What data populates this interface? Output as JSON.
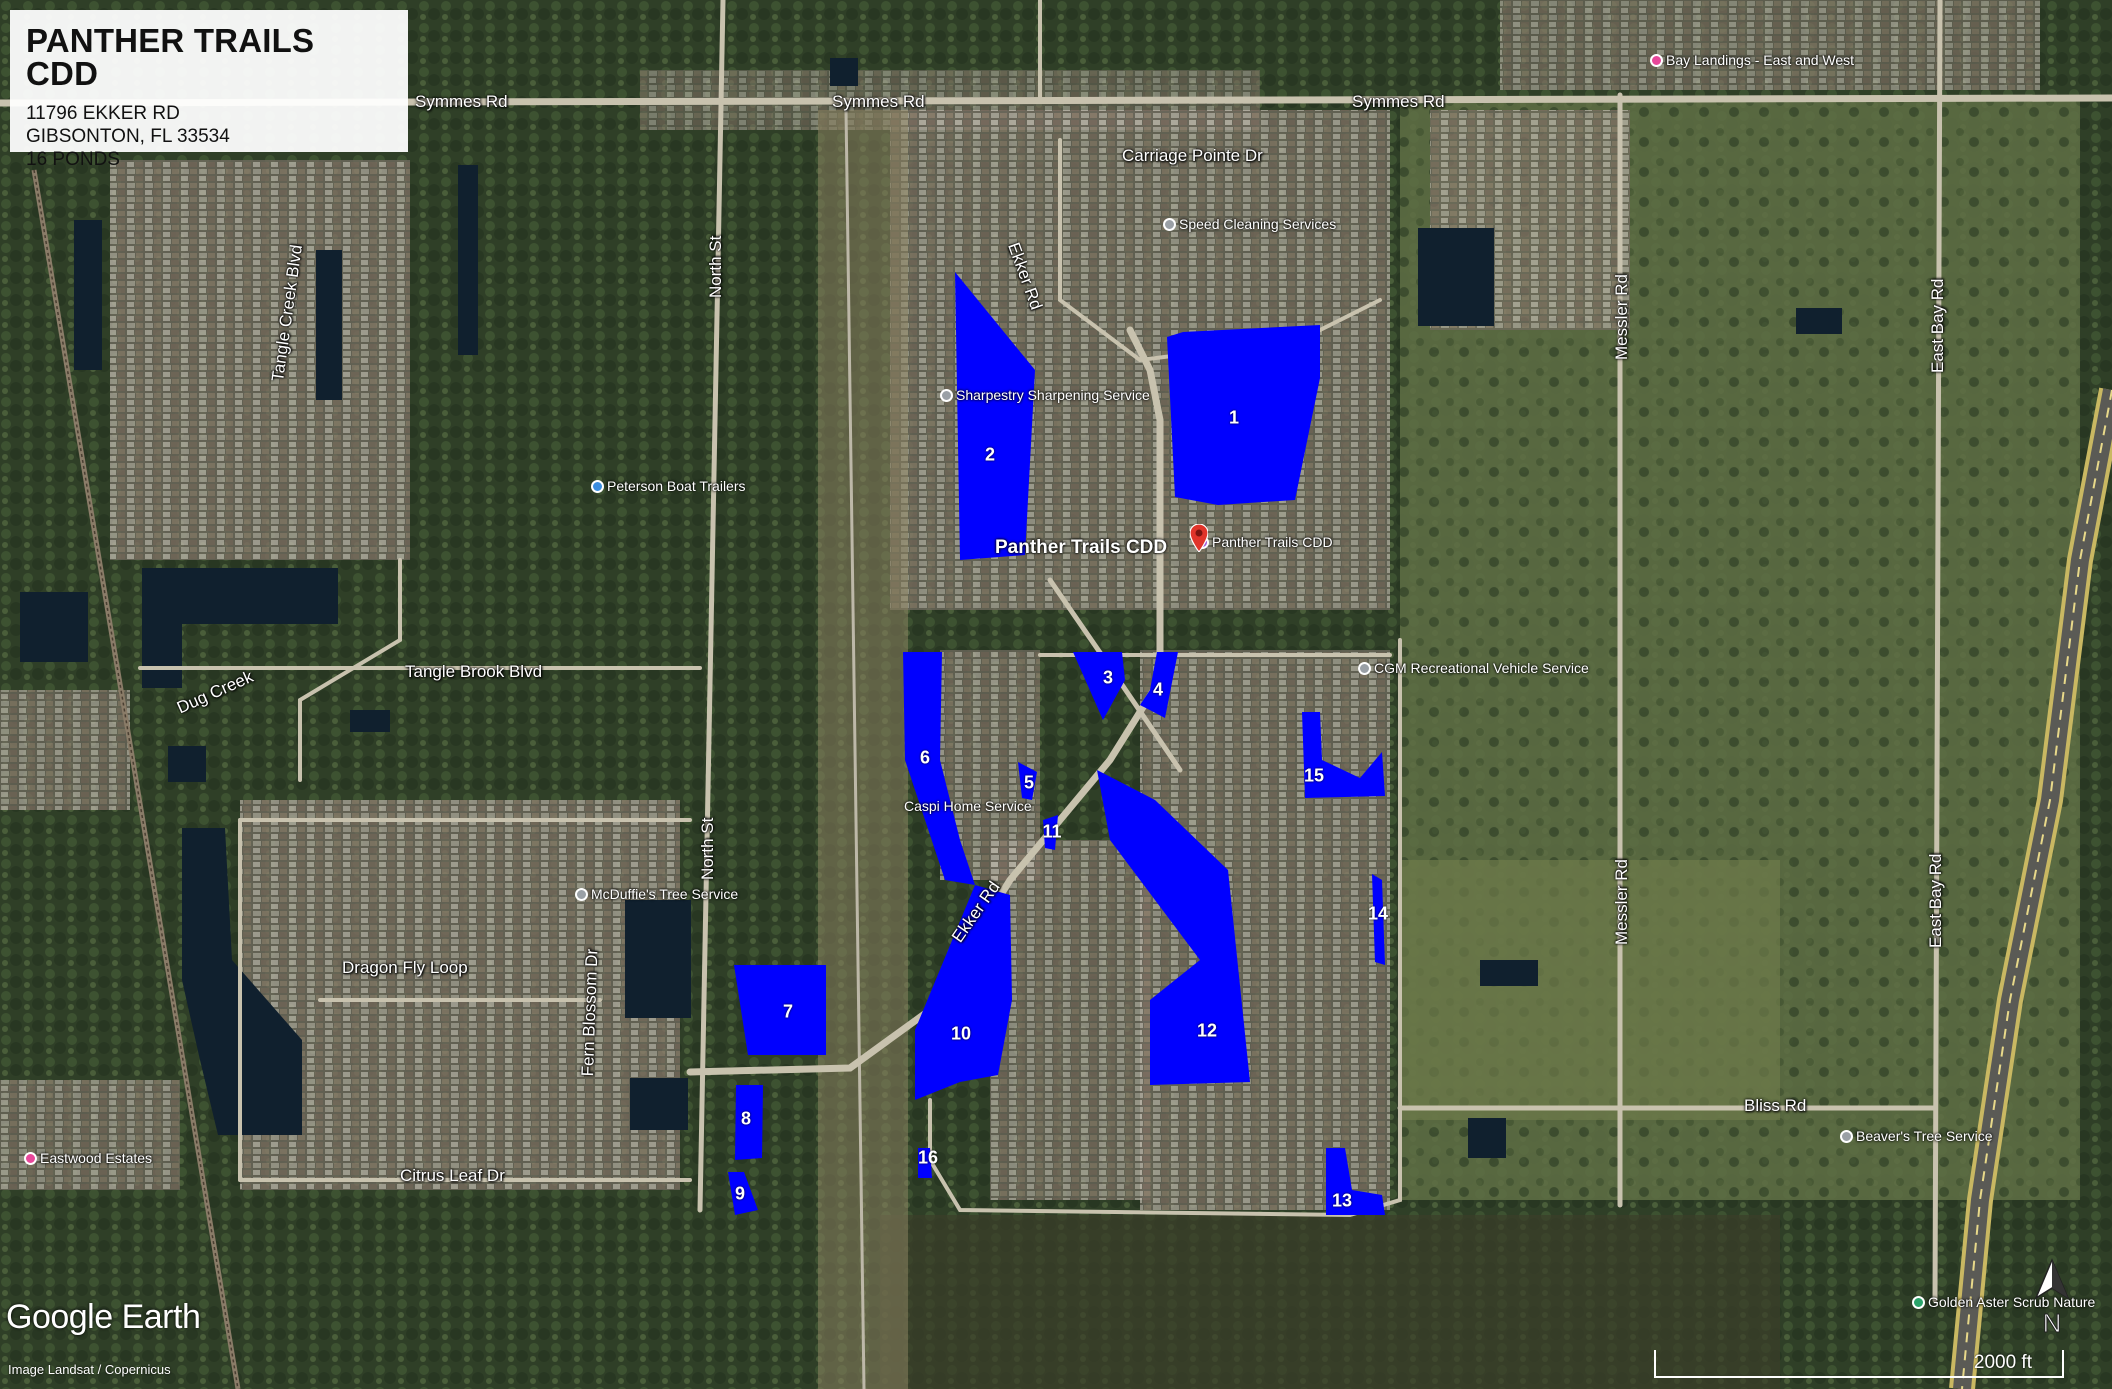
{
  "header": {
    "title": "PANTHER TRAILS CDD",
    "address_line1": "11796 EKKER RD",
    "address_line2": "GIBSONTON, FL 33534",
    "pond_count": "16 PONDS"
  },
  "roads": {
    "symmes_1": "Symmes Rd",
    "symmes_2": "Symmes Rd",
    "symmes_3": "Symmes Rd",
    "carriage_pointe": "Carriage Pointe Dr",
    "ekker_1": "Ekker Rd",
    "ekker_2": "Ekker Rd",
    "tangle_creek": "Tangle Creek Blvd",
    "north_st_1": "North St",
    "north_st_2": "North St",
    "messler_1": "Messler Rd",
    "messler_2": "Messler Rd",
    "east_bay_1": "East Bay Rd",
    "east_bay_2": "East Bay Rd",
    "tangle_brook": "Tangle Brook Blvd",
    "dug_creek": "Dug Creek",
    "dragon_fly": "Dragon Fly Loop",
    "fern_blossom": "Fern Blossom Dr",
    "citrus_leaf": "Citrus Leaf Dr",
    "bliss": "Bliss Rd"
  },
  "pois": {
    "bay_landings": "Bay Landings - East and West",
    "speed_cleaning": "Speed Cleaning Services",
    "sharpestry": "Sharpestry Sharpening Service",
    "peterson": "Peterson Boat Trailers",
    "panther_trails_poi": "Panther Trails CDD",
    "cgm": "CGM Recreational Vehicle Service",
    "caspi": "Caspi Home Service",
    "mcduffie": "McDuffie's Tree Service",
    "eastwood": "Eastwood Estates",
    "beavers": "Beaver's Tree Service",
    "golden_aster": "Golden Aster Scrub Nature"
  },
  "cdd_label": "Panther Trails CDD",
  "ponds": [
    "1",
    "2",
    "3",
    "4",
    "5",
    "6",
    "7",
    "8",
    "9",
    "10",
    "11",
    "12",
    "13",
    "14",
    "15",
    "16"
  ],
  "branding": {
    "logo": "Google Earth",
    "credit": "Image Landsat / Copernicus"
  },
  "scale_bar": {
    "label": "2000 ft"
  },
  "north_arrow": "N",
  "colors": {
    "pond_fill": "#0000ff",
    "info_box_bg": "#ffffff",
    "label_text": "#ffffff",
    "poi_pink": "#e8479a",
    "poi_blue": "#3a8de0",
    "poi_gray": "#9aa0a6"
  }
}
